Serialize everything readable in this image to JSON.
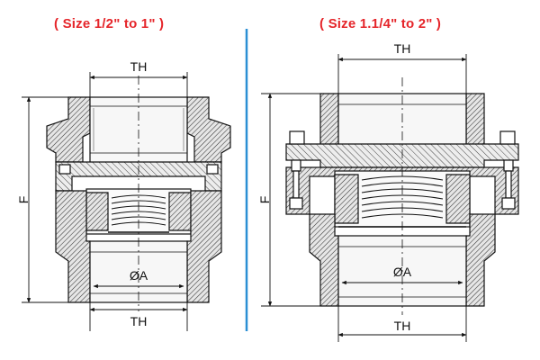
{
  "left": {
    "title": "( Size 1/2\" to 1\" )",
    "dim_top": "TH",
    "dim_bottom": "TH",
    "dim_height": "F",
    "dim_bore": "ØA"
  },
  "right": {
    "title": "( Size 1.1/4\" to 2\" )",
    "dim_top": "TH",
    "dim_bottom": "TH",
    "dim_height": "F",
    "dim_bore": "ØA"
  },
  "colors": {
    "title": "#e5252a",
    "divider": "#2b8fd4",
    "line": "#111111",
    "hatch_bg": "#e6e6e6"
  }
}
